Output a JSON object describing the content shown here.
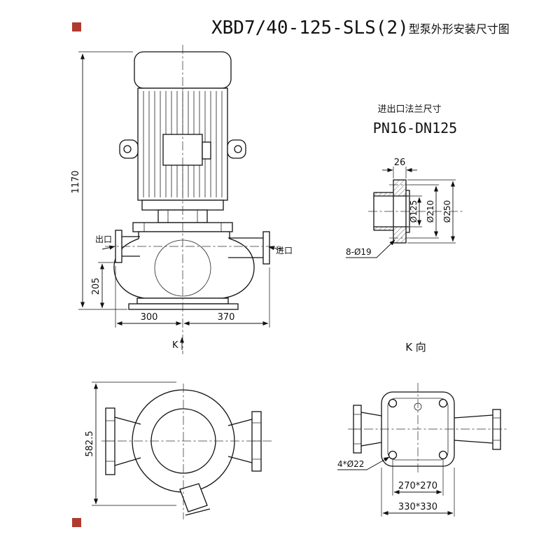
{
  "meta": {
    "background": "#ffffff",
    "line_color": "#111111",
    "stamp_color": "#b03a2e"
  },
  "title": {
    "model": "XBD7/40-125-SLS(2)",
    "suffix": "型泵外形安装尺寸图"
  },
  "front_view": {
    "dim_total_height": "1170",
    "dim_outlet_height": "205",
    "dim_left_span": "300",
    "dim_right_span": "370",
    "outlet_label": "出口",
    "inlet_label": "进口",
    "view_mark": "K"
  },
  "flange_detail": {
    "heading": "进出口法兰尺寸",
    "spec": "PN16-DN125",
    "dim_thickness": "26",
    "dim_bore": "Ø125",
    "dim_bolt_circle": "Ø210",
    "dim_outer": "Ø250",
    "bolt_holes": "8-Ø19"
  },
  "plan_view": {
    "dim_depth": "582.5"
  },
  "k_view": {
    "heading": "K 向",
    "bolt_holes": "4*Ø22",
    "dim_bolt_spacing": "270*270",
    "dim_base": "330*330"
  }
}
